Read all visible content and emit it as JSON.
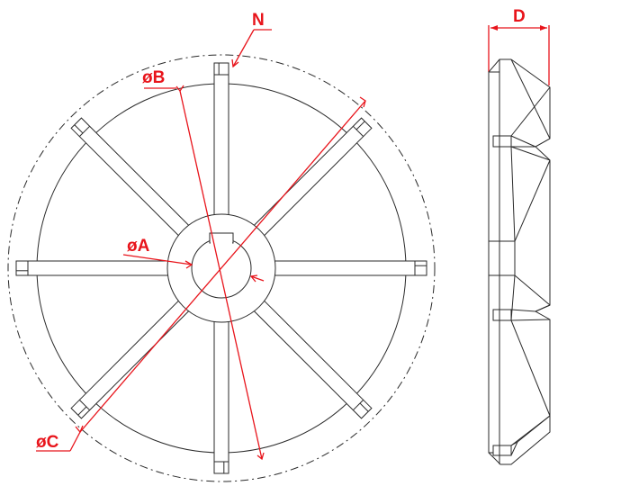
{
  "diagram": {
    "labels": {
      "N": "N",
      "B": "øB",
      "A": "øA",
      "C": "øC",
      "D": "D"
    },
    "colors": {
      "dimension": "#e8141b",
      "outline": "#2a2a2a"
    },
    "spoke_count": 8
  }
}
